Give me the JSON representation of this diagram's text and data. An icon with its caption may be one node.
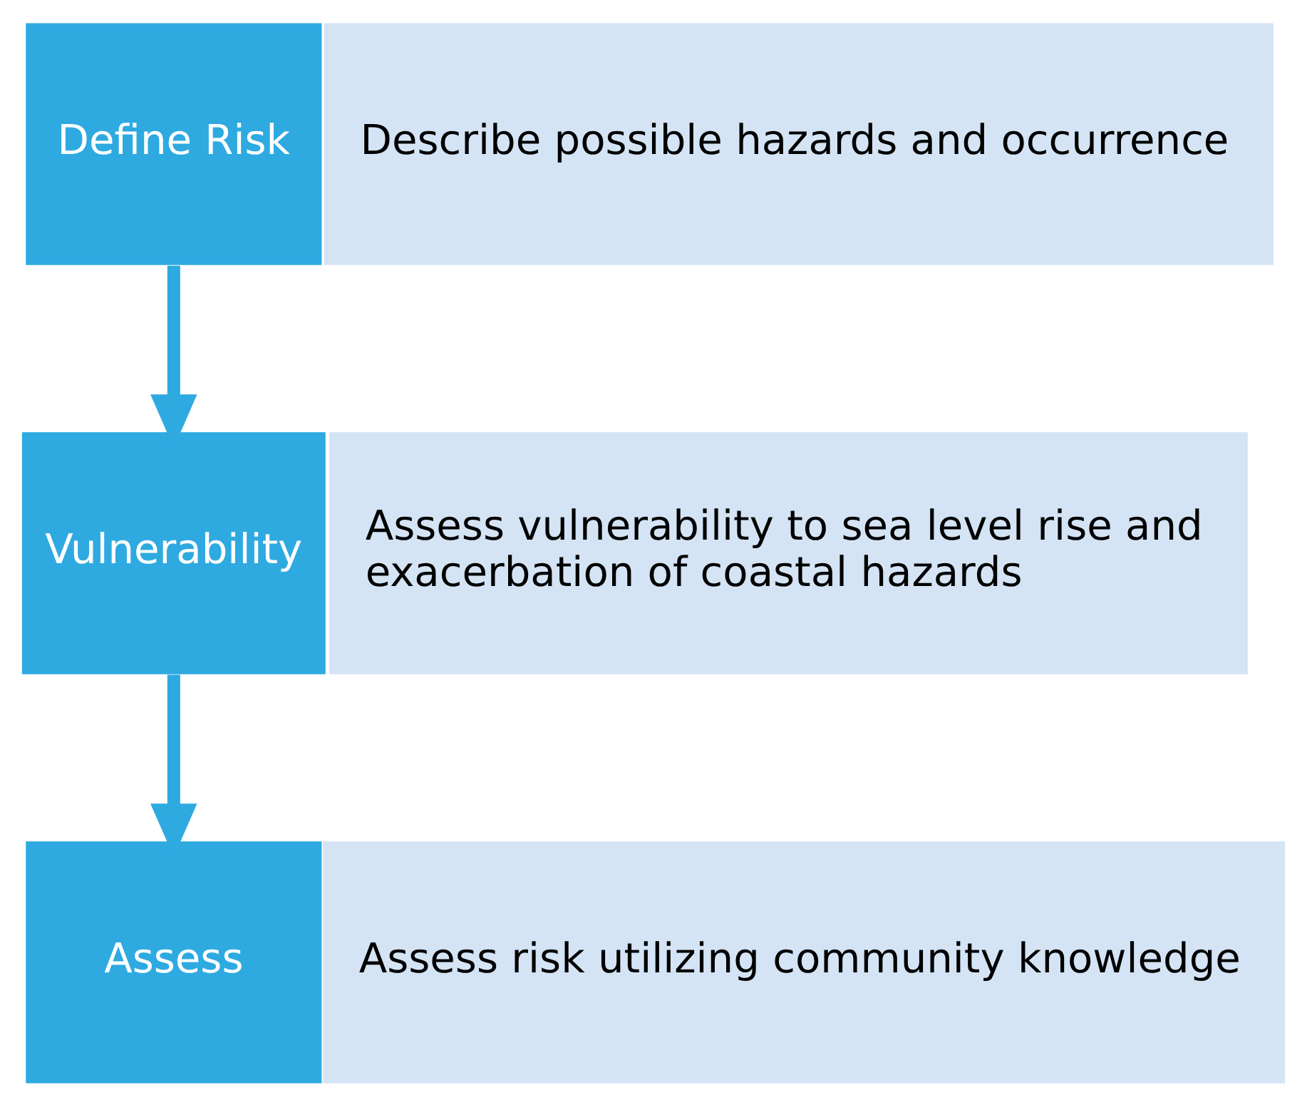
{
  "diagram": {
    "nodes": [
      {
        "text": [
          "Define Risk"
        ]
      },
      {
        "text": [
          "Describe possible hazards and occurrence"
        ]
      },
      {
        "text": [
          "Vulnerability"
        ]
      },
      {
        "text": [
          "Assess vulnerability to sea level rise and exacerbation of coastal hazards"
        ]
      },
      {
        "text": [
          "Assess"
        ]
      },
      {
        "text": [
          "Assess risk utilizing community knowledge"
        ]
      }
    ],
    "edges": [
      {
        "from": 0,
        "to": 2,
        "arrow": "to"
      },
      {
        "from": 2,
        "to": 4,
        "arrow": "to"
      }
    ]
  }
}
